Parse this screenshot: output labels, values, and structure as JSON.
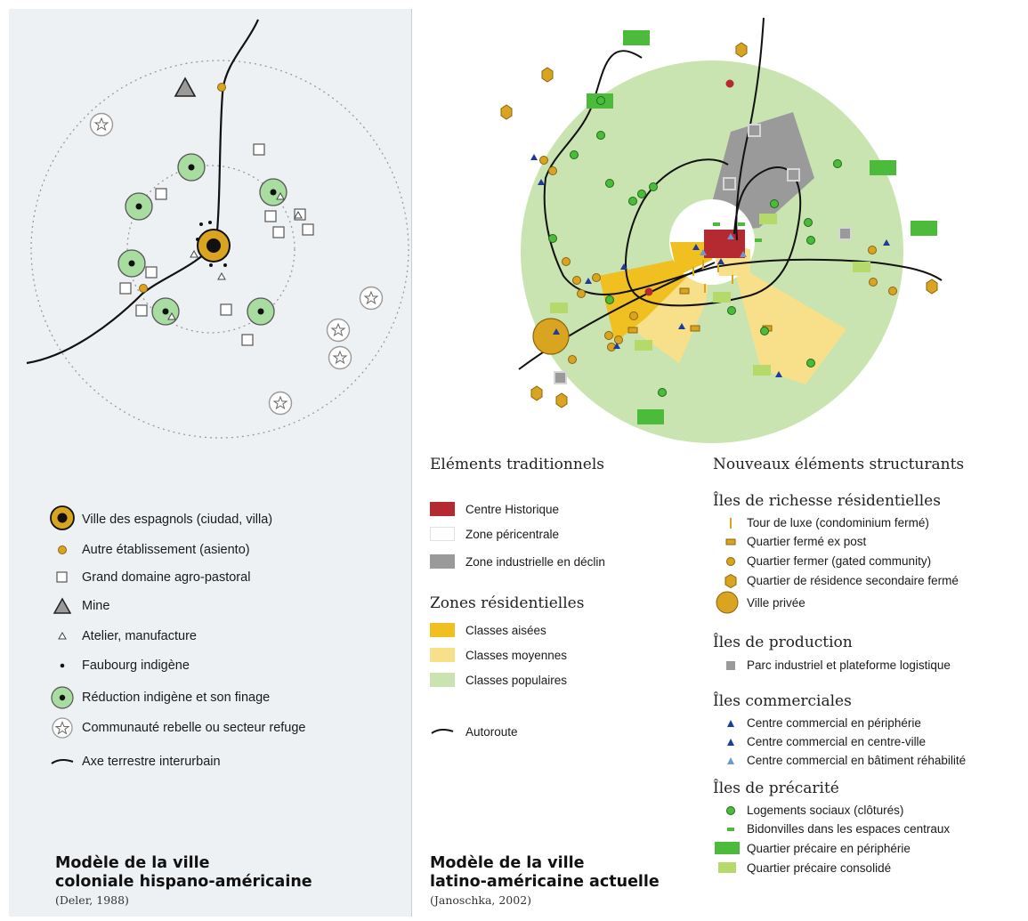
{
  "left": {
    "legend": [
      {
        "id": "ville-espagnols",
        "label": "Ville des espagnols (ciudad, villa)"
      },
      {
        "id": "autre-etablissement",
        "label": "Autre établissement (asiento)"
      },
      {
        "id": "grand-domaine",
        "label": "Grand domaine agro-pastoral"
      },
      {
        "id": "mine",
        "label": "Mine"
      },
      {
        "id": "atelier",
        "label": "Atelier, manufacture"
      },
      {
        "id": "faubourg",
        "label": "Faubourg indigène"
      },
      {
        "id": "reduction",
        "label": "Réduction indigène et son finage"
      },
      {
        "id": "communaute",
        "label": "Communauté rebelle ou secteur refuge"
      },
      {
        "id": "axe",
        "label": "Axe terrestre interurbain"
      }
    ],
    "title_line1": "Modèle de la ville",
    "title_line2": "coloniale hispano-américaine",
    "citation": "(Deler, 1988)"
  },
  "right": {
    "traditional": {
      "heading": "Eléments traditionnels",
      "items": [
        {
          "label": "Centre Historique",
          "color": "#b52a30"
        },
        {
          "label": "Zone péricentrale",
          "color": "#ffffff"
        },
        {
          "label": "Zone industrielle en déclin",
          "color": "#9a9a9a"
        }
      ]
    },
    "residential": {
      "heading": "Zones résidentielles",
      "items": [
        {
          "label": "Classes aisées",
          "color": "#f0c020"
        },
        {
          "label": "Classes moyennes",
          "color": "#f8e08a"
        },
        {
          "label": "Classes populaires",
          "color": "#c9e4b0"
        }
      ]
    },
    "autoroute": "Autoroute",
    "new_heading": "Nouveaux éléments structurants",
    "richesse": {
      "heading": "Îles de richesse résidentielles",
      "items": [
        "Tour de luxe (condominium fermé)",
        "Quartier fermé ex post",
        "Quartier fermer (gated community)",
        "Quartier de résidence secondaire fermé",
        "Ville privée"
      ]
    },
    "production": {
      "heading": "Îles de production",
      "items": [
        "Parc industriel et plateforme logistique"
      ]
    },
    "commerciales": {
      "heading": "Îles commerciales",
      "items": [
        "Centre commercial en périphérie",
        "Centre commercial en centre-ville",
        "Centre commercial en bâtiment réhabilité"
      ]
    },
    "precarite": {
      "heading": "Îles de précarité",
      "items": [
        "Logements sociaux (clôturés)",
        "Bidonvilles dans les espaces centraux",
        "Quartier précaire en périphérie",
        "Quartier précaire consolidé"
      ]
    },
    "title_line1": "Modèle de la ville",
    "title_line2": "latino-américaine actuelle",
    "citation": "(Janoschka, 2002)"
  },
  "colors": {
    "gold": "#d9a520",
    "gold_dark": "#8a6410",
    "green_circle": "#a8dca0",
    "popular_green": "#c9e4b0",
    "rich_yellow": "#f0c020",
    "middle_yellow": "#f8e08a",
    "industrial_grey": "#9a9a9a",
    "historic_red": "#b52a30",
    "commercial_blue": "#1f3a9a",
    "precarious_green": "#4cbb3c",
    "consolidated_green": "#b5d96a"
  }
}
